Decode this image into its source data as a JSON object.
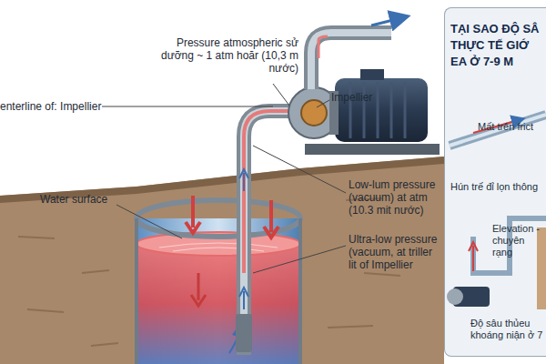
{
  "diagram": {
    "nodes": [
      {
        "text": [
          "TẠI SAO ĐỘ SÂ THỰC TẾ GIỚ EA Ở 7-9 M",
          "Mất trên frict",
          "Hún trế đỉ lọn thông",
          "Elevation - chuyên rạng",
          "Độ sâu thủeu khoáng niận ở 7"
        ]
      }
    ],
    "labels": [
      "Pressure atmospheric sử dưỡng ~ 1 atm hoăr (10,3 m nước)",
      "Impellier",
      "enterline of: Impellier",
      "Water surface",
      "Low-lum pressure (vacuum) at atm (10.3 mit nước)",
      "Ultra-low pressure (vacuum, at triller lit of Impellier"
    ]
  }
}
